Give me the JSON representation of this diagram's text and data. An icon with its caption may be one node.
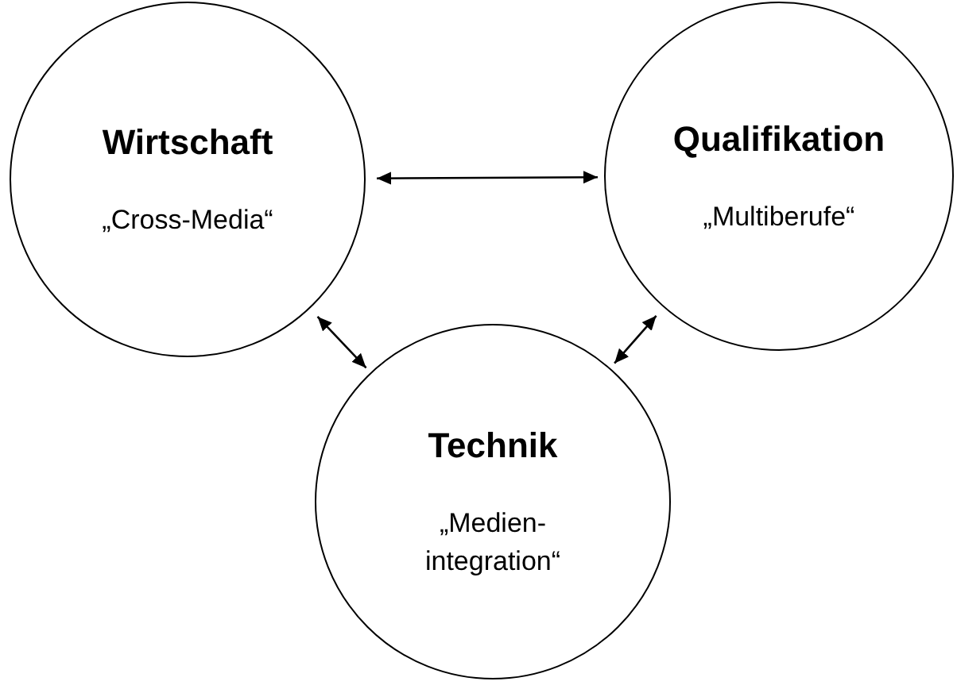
{
  "diagram": {
    "nodes": [
      {
        "text": [
          "Wirtschaft",
          "„Cross-Media“"
        ]
      },
      {
        "text": [
          "Qualifikation",
          "„Multiberufe“"
        ]
      },
      {
        "text": [
          "Technik",
          "„Medien- integration“"
        ]
      }
    ],
    "edges": [
      {
        "from": 0,
        "to": 1,
        "arrow": "both"
      },
      {
        "from": 0,
        "to": 2,
        "arrow": "both"
      },
      {
        "from": 1,
        "to": 2,
        "arrow": "both"
      }
    ]
  }
}
